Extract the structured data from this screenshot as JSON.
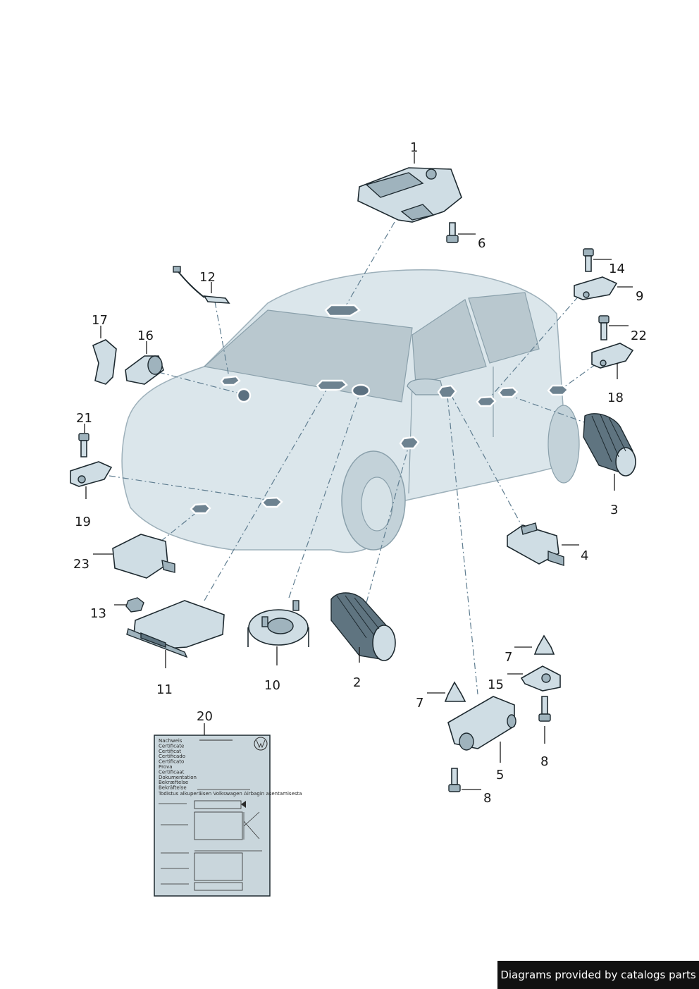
{
  "credit": "Diagrams provided by catalogs parts",
  "callouts": {
    "c1": "1",
    "c2": "2",
    "c3": "3",
    "c4": "4",
    "c5": "5",
    "c6": "6",
    "c7a": "7",
    "c7b": "7",
    "c8a": "8",
    "c8b": "8",
    "c9": "9",
    "c10": "10",
    "c11": "11",
    "c12": "12",
    "c13": "13",
    "c14": "14",
    "c15": "15",
    "c16": "16",
    "c17": "17",
    "c18": "18",
    "c19": "19",
    "c20": "20",
    "c21": "21",
    "c22": "22",
    "c23": "23"
  },
  "certificate": {
    "lines": [
      "Nachweis",
      "Certificate",
      "Certificat",
      "Certificado",
      "Certificato",
      "Prova",
      "Certificaat",
      "Dokumentation",
      "Bekræftelse",
      "Bekräftelse"
    ],
    "footer": "Todistus alkuperäisen Volkswagen Airbagin asentamisesta",
    "logo": "VW"
  },
  "colors": {
    "car_body": "#dbe6eb",
    "car_glass": "#b9c8cf",
    "part_fill": "#cfdde4",
    "marker": "#6d8290",
    "certificate": "#c9d6dc"
  }
}
